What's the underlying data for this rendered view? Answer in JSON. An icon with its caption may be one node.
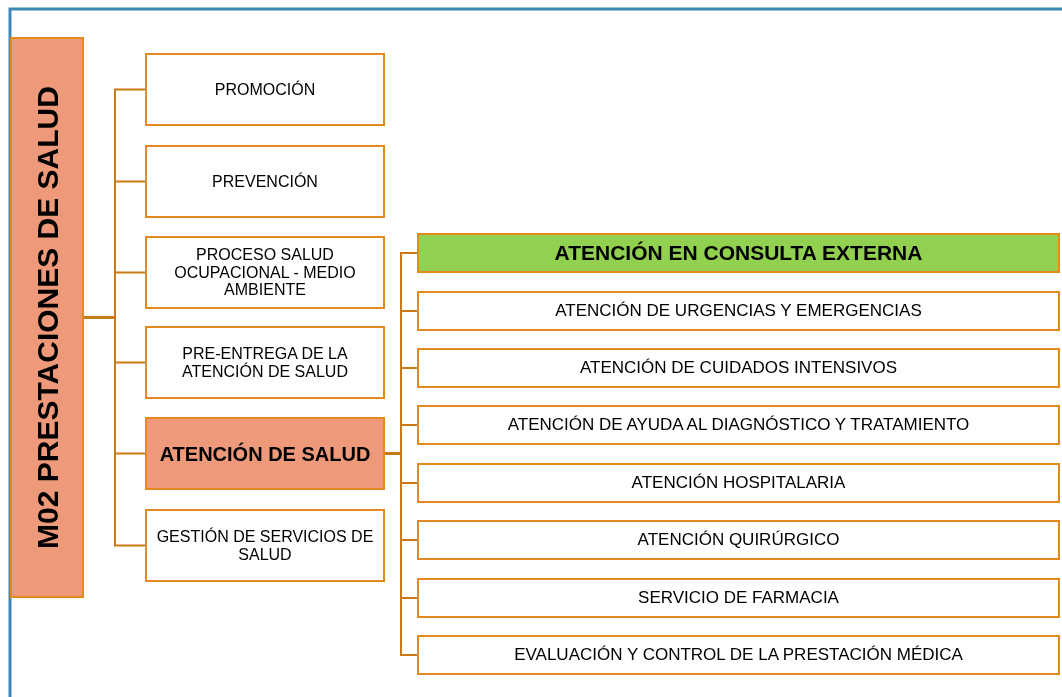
{
  "diagram": {
    "nodes": [
      {
        "text": [
          "M02 PRESTACIONES DE SALUD"
        ]
      },
      {
        "text": [
          "PROMOCIÓN"
        ]
      },
      {
        "text": [
          "PREVENCIÓN"
        ]
      },
      {
        "text": [
          "PROCESO SALUD OCUPACIONAL - MEDIO AMBIENTE"
        ]
      },
      {
        "text": [
          "PRE-ENTREGA DE LA ATENCIÓN DE SALUD"
        ]
      },
      {
        "text": [
          "ATENCIÓN DE SALUD"
        ]
      },
      {
        "text": [
          "GESTIÓN DE SERVICIOS DE SALUD"
        ]
      },
      {
        "text": [
          "ATENCIÓN EN CONSULTA EXTERNA"
        ]
      },
      {
        "text": [
          "ATENCIÓN DE URGENCIAS Y EMERGENCIAS"
        ]
      },
      {
        "text": [
          "ATENCIÓN DE CUIDADOS INTENSIVOS"
        ]
      },
      {
        "text": [
          "ATENCIÓN DE AYUDA AL DIAGNÓSTICO Y TRATAMIENTO"
        ]
      },
      {
        "text": [
          "ATENCIÓN HOSPITALARIA"
        ]
      },
      {
        "text": [
          "ATENCIÓN QUIRÚRGICO"
        ]
      },
      {
        "text": [
          "SERVICIO DE FARMACIA"
        ]
      },
      {
        "text": [
          "EVALUACIÓN Y CONTROL DE LA PRESTACIÓN MÉDICA"
        ]
      }
    ],
    "edges": [
      {
        "from": 0,
        "to": 1,
        "arrow": "none"
      },
      {
        "from": 0,
        "to": 2,
        "arrow": "none"
      },
      {
        "from": 0,
        "to": 3,
        "arrow": "none"
      },
      {
        "from": 0,
        "to": 4,
        "arrow": "none"
      },
      {
        "from": 0,
        "to": 5,
        "arrow": "none"
      },
      {
        "from": 0,
        "to": 6,
        "arrow": "none"
      },
      {
        "from": 5,
        "to": 7,
        "arrow": "none"
      },
      {
        "from": 5,
        "to": 8,
        "arrow": "none"
      },
      {
        "from": 5,
        "to": 9,
        "arrow": "none"
      },
      {
        "from": 5,
        "to": 10,
        "arrow": "none"
      },
      {
        "from": 5,
        "to": 11,
        "arrow": "none"
      },
      {
        "from": 5,
        "to": 12,
        "arrow": "none"
      },
      {
        "from": 5,
        "to": 13,
        "arrow": "none"
      },
      {
        "from": 5,
        "to": 14,
        "arrow": "none"
      }
    ]
  }
}
